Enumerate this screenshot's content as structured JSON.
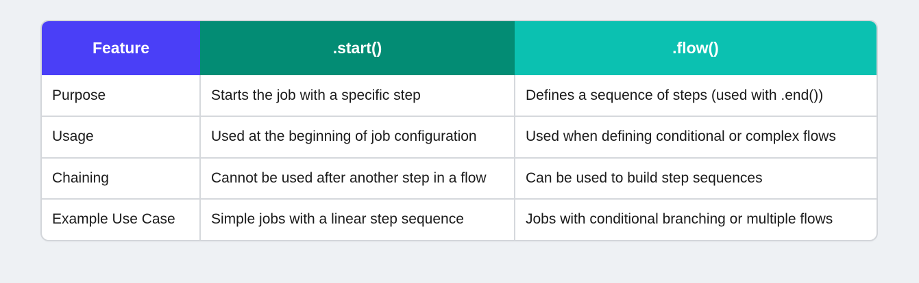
{
  "colors": {
    "feature_header_bg": "#4a3ff7",
    "start_header_bg": "#038c74",
    "flow_header_bg": "#0bc1b1",
    "page_bg": "#eef1f4",
    "text": "#1a1a1a",
    "header_text": "#ffffff",
    "grid_line": "#d5d8dc"
  },
  "table": {
    "headers": [
      "Feature",
      ".start()",
      ".flow()"
    ],
    "rows": [
      [
        "Purpose",
        "Starts the job with a specific step",
        "Defines a sequence of steps (used with .end())"
      ],
      [
        "Usage",
        "Used at the beginning of job configuration",
        "Used when defining conditional or complex flows"
      ],
      [
        "Chaining",
        "Cannot be used after another step in a flow",
        "Can be used to build step sequences"
      ],
      [
        "Example Use Case",
        "Simple jobs with a linear step sequence",
        "Jobs with conditional branching or multiple flows"
      ]
    ]
  }
}
